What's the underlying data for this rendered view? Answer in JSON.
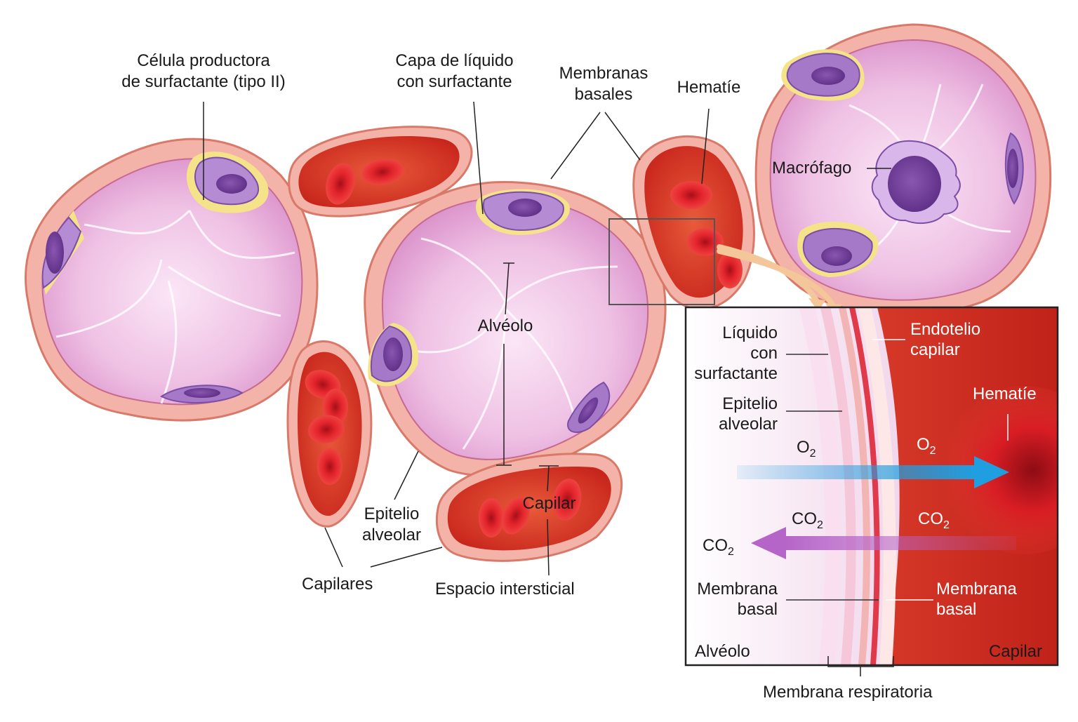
{
  "labels": {
    "surfactant_cell": "Célula productora\nde surfactante (tipo II)",
    "fluid_layer": "Capa de líquido\ncon surfactante",
    "basement_membranes": "Membranas\nbasales",
    "red_cell": "Hematíe",
    "macrophage": "Macrófago",
    "alveolus": "Alvéolo",
    "capillary": "Capilar",
    "alveolar_epithelium": "Epitelio\nalveolar",
    "capillaries": "Capilares",
    "interstitial_space": "Espacio intersticial"
  },
  "inset": {
    "fluid_surfactant": "Líquido\ncon\nsurfactante",
    "alveolar_epithelium": "Epitelio\nalveolar",
    "capillary_endothelium": "Endotelio\ncapilar",
    "red_cell": "Hematíe",
    "o2_left": "O",
    "o2_right": "O",
    "co2_left": "CO",
    "co2_right": "CO",
    "co2_out": "CO",
    "subscript": "2",
    "basement_membrane_left": "Membrana\nbasal",
    "basement_membrane_right": "Membrana\nbasal",
    "alveolus": "Alvéolo",
    "capillary": "Capilar",
    "respiratory_membrane": "Membrana respiratoria"
  },
  "colors": {
    "alveolus_pink": "#e9b3dc",
    "wall": "#f4b3a8",
    "capillary_red": "#d63a2a",
    "blood_cell": "#e8242c",
    "type2_cell": "#a678c8",
    "surfactant": "#f5e38a",
    "o2_arrow": "#1f9fe0",
    "co2_arrow": "#b565c8"
  }
}
